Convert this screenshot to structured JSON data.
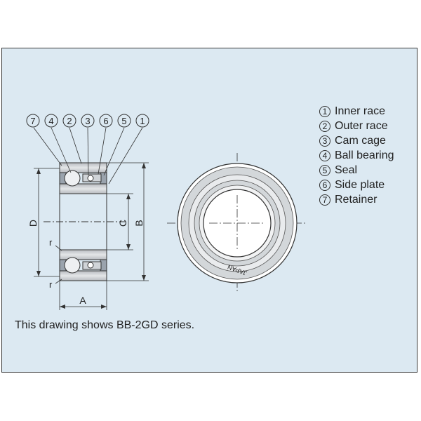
{
  "callouts": [
    "7",
    "4",
    "2",
    "3",
    "6",
    "5",
    "1"
  ],
  "legend": [
    {
      "num": "1",
      "label": "Inner race"
    },
    {
      "num": "2",
      "label": "Outer race"
    },
    {
      "num": "3",
      "label": "Cam cage"
    },
    {
      "num": "4",
      "label": "Ball bearing"
    },
    {
      "num": "5",
      "label": "Seal"
    },
    {
      "num": "6",
      "label": "Side plate"
    },
    {
      "num": "7",
      "label": "Retainer"
    }
  ],
  "dimensions": {
    "D": "D",
    "C": "C",
    "B": "B",
    "A": "A",
    "r_top": "r",
    "r_bottom": "r"
  },
  "ring_text": "JAPAN",
  "caption": "This drawing shows BB-2GD series.",
  "colors": {
    "background": "#dce9f2",
    "metal": "#c9ccce",
    "line": "#333333"
  }
}
